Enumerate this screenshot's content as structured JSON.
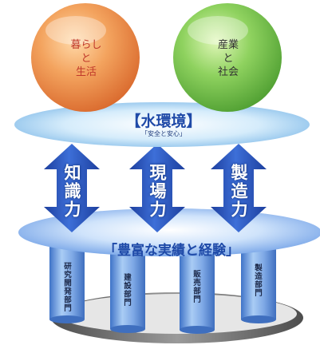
{
  "top_circles": {
    "left": {
      "line1": "暮らし",
      "line2": "と",
      "line3": "生活"
    },
    "right": {
      "line1": "産業",
      "line2": "と",
      "line3": "社会"
    }
  },
  "water_platform": {
    "title": "【水環境】",
    "subtitle": "「安全と安心」"
  },
  "arrows": [
    {
      "label": "知識力"
    },
    {
      "label": "現場力"
    },
    {
      "label": "製造力"
    }
  ],
  "experience_platform": {
    "label": "「豊富な実績と経験」"
  },
  "pillars": [
    {
      "label": "研究開発部門"
    },
    {
      "label": "建設部門"
    },
    {
      "label": "販売部門"
    },
    {
      "label": "製造部門"
    }
  ],
  "colors": {
    "left_circle": "#e8894a",
    "right_circle": "#6fc24a",
    "water_title": "#1f4aa8",
    "arrow": "#2f5cc8",
    "pillar": "#4f86d8",
    "base": "#6b6b6b"
  }
}
